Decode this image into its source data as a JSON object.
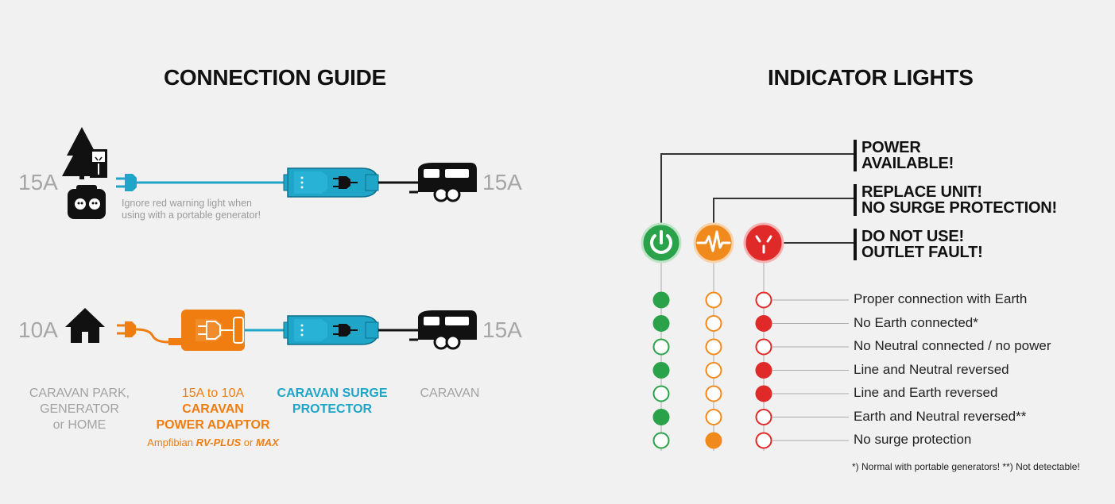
{
  "connection_guide": {
    "title": "CONNECTION GUIDE",
    "row1": {
      "left_amp": "15A",
      "right_amp": "15A",
      "note_line1": "Ignore red warning light when",
      "note_line2": "using with a portable generator!"
    },
    "row2": {
      "left_amp": "10A",
      "right_amp": "15A"
    },
    "captions": {
      "source": [
        "CARAVAN PARK,",
        "GENERATOR",
        "or HOME"
      ],
      "adaptor": [
        "15A to 10A",
        "CARAVAN",
        "POWER ADAPTOR"
      ],
      "adaptor_brand": {
        "prefix": "Ampfibian ",
        "model1": "RV-PLUS",
        "or": " or ",
        "model2": "MAX"
      },
      "protector": [
        "CARAVAN SURGE",
        "PROTECTOR"
      ],
      "caravan": "CARAVAN"
    }
  },
  "indicator_lights": {
    "title": "INDICATOR LIGHTS",
    "lights": [
      {
        "name": "power",
        "color": "#2aa24a",
        "icon": "power-icon"
      },
      {
        "name": "surge",
        "color": "#f08a1d",
        "icon": "pulse-icon"
      },
      {
        "name": "fault",
        "color": "#e02a2a",
        "icon": "outlet-icon"
      }
    ],
    "callouts": [
      {
        "line1": "POWER",
        "line2": "AVAILABLE!"
      },
      {
        "line1": "REPLACE UNIT!",
        "line2": "NO SURGE PROTECTION!"
      },
      {
        "line1": "DO NOT USE!",
        "line2": "OUTLET FAULT!"
      }
    ],
    "states": [
      {
        "label": "Proper connection with Earth",
        "lit": [
          true,
          false,
          false
        ]
      },
      {
        "label": "No Earth connected*",
        "lit": [
          true,
          false,
          true
        ]
      },
      {
        "label": "No Neutral connected / no power",
        "lit": [
          false,
          false,
          false
        ]
      },
      {
        "label": "Line and Neutral reversed",
        "lit": [
          true,
          false,
          true
        ]
      },
      {
        "label": "Line and Earth reversed",
        "lit": [
          false,
          false,
          true
        ]
      },
      {
        "label": "Earth and Neutral reversed**",
        "lit": [
          true,
          false,
          false
        ]
      },
      {
        "label": "No surge protection",
        "lit": [
          false,
          true,
          false
        ]
      }
    ],
    "footnote": "*) Normal with portable generators! **) Not detectable!"
  }
}
